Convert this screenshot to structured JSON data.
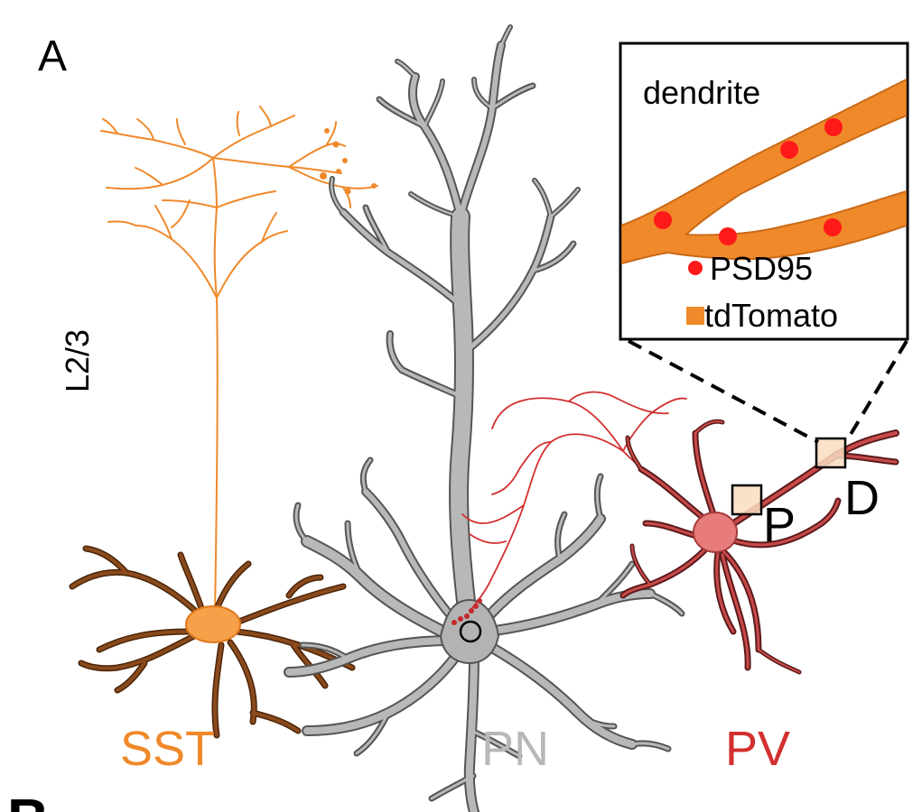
{
  "panel": {
    "letter_top": "A",
    "letter_bottom": "B"
  },
  "layer_label": "L2/3",
  "cells": {
    "sst": {
      "label": "SST",
      "color": "#f0892a",
      "dendrite_color": "#7a3b12"
    },
    "pn": {
      "label": "PN",
      "color": "#b8b8b8",
      "body_color": "#b3b3b3"
    },
    "pv": {
      "label": "PV",
      "color": "#d32f2f",
      "body_color": "#e87c7c"
    }
  },
  "inset": {
    "title": "dendrite",
    "legend": [
      {
        "label": "PSD95",
        "color": "#ff1a1a",
        "marker": "dot"
      },
      {
        "label": "tdTomato",
        "color": "#f0892a",
        "marker": "square"
      }
    ]
  },
  "roi": {
    "proximal": "P",
    "distal": "D"
  }
}
